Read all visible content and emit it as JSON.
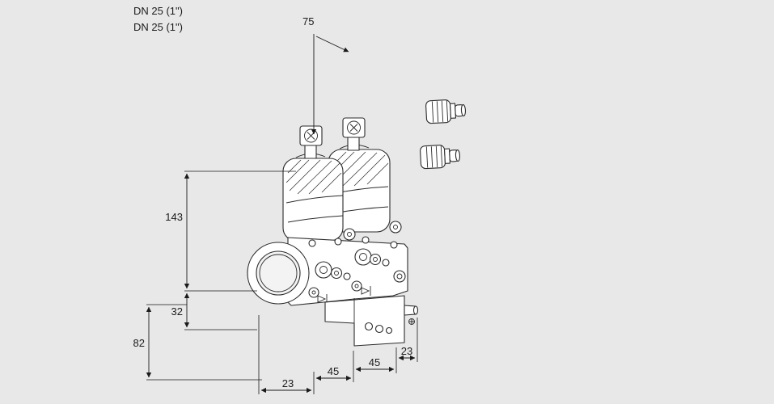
{
  "drawing": {
    "background": "#e8e8e8",
    "line_color": "#2b2b2b",
    "labels": {
      "dn_line1": "DN 25 (1\")",
      "dn_line2": "DN 25 (1\")"
    },
    "dimensions": {
      "coil_spacing": "75",
      "height_top": "143",
      "height_mid": "32",
      "height_bottom": "82",
      "bottom_far_left": "23",
      "bottom_left": "45",
      "bottom_right": "45",
      "bottom_far_right": "23"
    }
  }
}
